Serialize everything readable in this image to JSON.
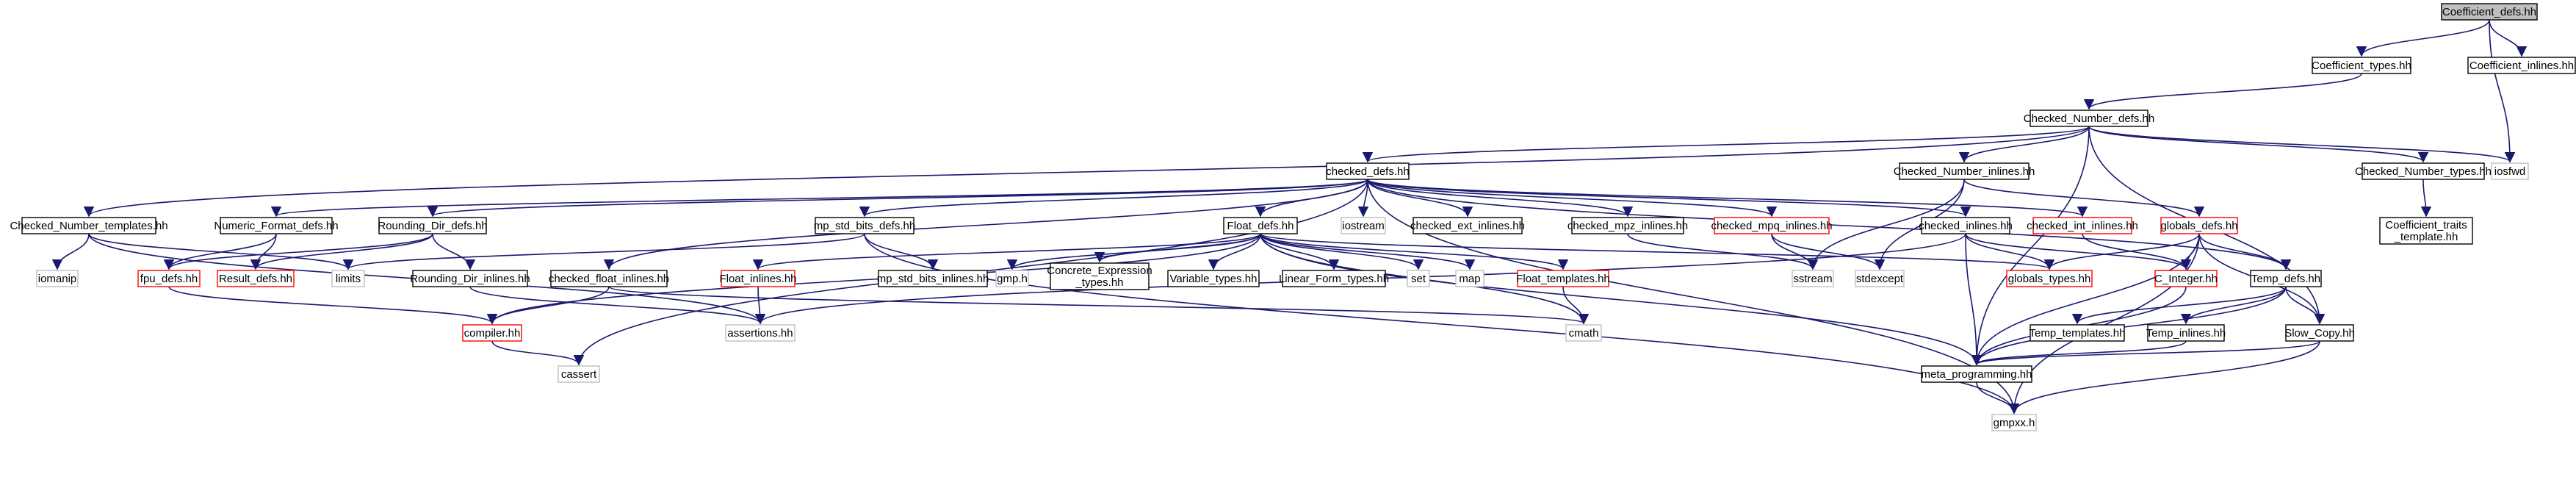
{
  "colors": {
    "edge": "#191970",
    "edge_light": "#a9a9a9",
    "border_normal": "#000000",
    "border_red": "#ff0000",
    "border_grey": "#bfbfbf",
    "root_fill": "#bfbfbf",
    "background": "#ffffff"
  },
  "nodes": [
    {
      "id": "coefficient_defs",
      "lines": [
        "Coefficient_defs.hh"
      ],
      "style": "root"
    },
    {
      "id": "coefficient_types",
      "lines": [
        "Coefficient_types.hh"
      ],
      "style": "normal"
    },
    {
      "id": "coefficient_inlines",
      "lines": [
        "Coefficient_inlines.hh"
      ],
      "style": "normal"
    },
    {
      "id": "checked_number_defs",
      "lines": [
        "Checked_Number_defs.hh"
      ],
      "style": "normal"
    },
    {
      "id": "iosfwd",
      "lines": [
        "iosfwd"
      ],
      "style": "grey"
    },
    {
      "id": "checked_defs",
      "lines": [
        "checked_defs.hh"
      ],
      "style": "normal"
    },
    {
      "id": "checked_number_inlines",
      "lines": [
        "Checked_Number_inlines.hh"
      ],
      "style": "normal"
    },
    {
      "id": "checked_number_types",
      "lines": [
        "Checked_Number_types.hh"
      ],
      "style": "normal"
    },
    {
      "id": "coefficient_traits_template",
      "lines": [
        "Coefficient_traits",
        "_template.hh"
      ],
      "style": "normal"
    },
    {
      "id": "checked_number_templates",
      "lines": [
        "Checked_Number_templates.hh"
      ],
      "style": "normal"
    },
    {
      "id": "numeric_format_defs",
      "lines": [
        "Numeric_Format_defs.hh"
      ],
      "style": "normal"
    },
    {
      "id": "rounding_dir_defs",
      "lines": [
        "Rounding_Dir_defs.hh"
      ],
      "style": "normal"
    },
    {
      "id": "mp_std_bits_defs",
      "lines": [
        "mp_std_bits_defs.hh"
      ],
      "style": "normal"
    },
    {
      "id": "float_defs",
      "lines": [
        "Float_defs.hh"
      ],
      "style": "normal"
    },
    {
      "id": "iostream",
      "lines": [
        "iostream"
      ],
      "style": "grey"
    },
    {
      "id": "checked_ext_inlines",
      "lines": [
        "checked_ext_inlines.hh"
      ],
      "style": "normal"
    },
    {
      "id": "checked_mpz_inlines",
      "lines": [
        "checked_mpz_inlines.hh"
      ],
      "style": "normal"
    },
    {
      "id": "checked_mpq_inlines",
      "lines": [
        "checked_mpq_inlines.hh"
      ],
      "style": "red"
    },
    {
      "id": "checked_inlines",
      "lines": [
        "checked_inlines.hh"
      ],
      "style": "normal"
    },
    {
      "id": "checked_int_inlines",
      "lines": [
        "checked_int_inlines.hh"
      ],
      "style": "red"
    },
    {
      "id": "globals_defs",
      "lines": [
        "globals_defs.hh"
      ],
      "style": "red"
    },
    {
      "id": "iomanip",
      "lines": [
        "iomanip"
      ],
      "style": "grey"
    },
    {
      "id": "fpu_defs",
      "lines": [
        "fpu_defs.hh"
      ],
      "style": "red"
    },
    {
      "id": "result_defs",
      "lines": [
        "Result_defs.hh"
      ],
      "style": "red"
    },
    {
      "id": "limits",
      "lines": [
        "limits"
      ],
      "style": "grey"
    },
    {
      "id": "rounding_dir_inlines",
      "lines": [
        "Rounding_Dir_inlines.hh"
      ],
      "style": "normal"
    },
    {
      "id": "mp_std_bits_inlines",
      "lines": [
        "mp_std_bits_inlines.hh"
      ],
      "style": "normal"
    },
    {
      "id": "checked_float_inlines",
      "lines": [
        "checked_float_inlines.hh"
      ],
      "style": "normal"
    },
    {
      "id": "float_inlines",
      "lines": [
        "Float_inlines.hh"
      ],
      "style": "red"
    },
    {
      "id": "gmp_h",
      "lines": [
        "gmp.h"
      ],
      "style": "grey"
    },
    {
      "id": "concrete_expression_types",
      "lines": [
        "Concrete_Expression",
        "_types.hh"
      ],
      "style": "normal"
    },
    {
      "id": "variable_types",
      "lines": [
        "Variable_types.hh"
      ],
      "style": "normal"
    },
    {
      "id": "linear_form_types",
      "lines": [
        "Linear_Form_types.hh"
      ],
      "style": "normal"
    },
    {
      "id": "set",
      "lines": [
        "set"
      ],
      "style": "grey"
    },
    {
      "id": "map",
      "lines": [
        "map"
      ],
      "style": "grey"
    },
    {
      "id": "float_templates",
      "lines": [
        "Float_templates.hh"
      ],
      "style": "red"
    },
    {
      "id": "sstream",
      "lines": [
        "sstream"
      ],
      "style": "grey"
    },
    {
      "id": "stdexcept",
      "lines": [
        "stdexcept"
      ],
      "style": "grey"
    },
    {
      "id": "globals_types",
      "lines": [
        "globals_types.hh"
      ],
      "style": "red"
    },
    {
      "id": "c_integer",
      "lines": [
        "C_Integer.hh"
      ],
      "style": "red"
    },
    {
      "id": "temp_defs",
      "lines": [
        "Temp_defs.hh"
      ],
      "style": "normal"
    },
    {
      "id": "compiler",
      "lines": [
        "compiler.hh"
      ],
      "style": "red"
    },
    {
      "id": "assertions",
      "lines": [
        "assertions.hh"
      ],
      "style": "grey"
    },
    {
      "id": "cmath",
      "lines": [
        "cmath"
      ],
      "style": "grey"
    },
    {
      "id": "temp_templates",
      "lines": [
        "Temp_templates.hh"
      ],
      "style": "normal"
    },
    {
      "id": "temp_inlines",
      "lines": [
        "Temp_inlines.hh"
      ],
      "style": "normal"
    },
    {
      "id": "slow_copy",
      "lines": [
        "Slow_Copy.hh"
      ],
      "style": "normal"
    },
    {
      "id": "cassert",
      "lines": [
        "cassert"
      ],
      "style": "grey"
    },
    {
      "id": "meta_programming",
      "lines": [
        "meta_programming.hh"
      ],
      "style": "normal"
    },
    {
      "id": "gmpxx_h",
      "lines": [
        "gmpxx.h"
      ],
      "style": "grey"
    }
  ],
  "edges": [
    [
      "coefficient_defs",
      "coefficient_types"
    ],
    [
      "coefficient_defs",
      "coefficient_inlines"
    ],
    [
      "coefficient_defs",
      "iosfwd"
    ],
    [
      "coefficient_types",
      "checked_number_defs"
    ],
    [
      "checked_number_defs",
      "checked_defs"
    ],
    [
      "checked_number_defs",
      "checked_number_inlines"
    ],
    [
      "checked_number_defs",
      "checked_number_types"
    ],
    [
      "checked_number_defs",
      "checked_number_templates"
    ],
    [
      "checked_number_defs",
      "iosfwd"
    ],
    [
      "checked_number_defs",
      "slow_copy"
    ],
    [
      "checked_number_defs",
      "meta_programming"
    ],
    [
      "checked_number_types",
      "coefficient_traits_template"
    ],
    [
      "checked_defs",
      "numeric_format_defs"
    ],
    [
      "checked_defs",
      "rounding_dir_defs"
    ],
    [
      "checked_defs",
      "mp_std_bits_defs"
    ],
    [
      "checked_defs",
      "float_defs"
    ],
    [
      "checked_defs",
      "iostream"
    ],
    [
      "checked_defs",
      "checked_ext_inlines"
    ],
    [
      "checked_defs",
      "checked_mpz_inlines"
    ],
    [
      "checked_defs",
      "checked_mpq_inlines"
    ],
    [
      "checked_defs",
      "checked_inlines"
    ],
    [
      "checked_defs",
      "checked_int_inlines"
    ],
    [
      "checked_defs",
      "checked_float_inlines"
    ],
    [
      "checked_defs",
      "cassert"
    ],
    [
      "checked_defs",
      "gmpxx_h"
    ],
    [
      "checked_defs",
      "temp_defs"
    ],
    [
      "checked_number_inlines",
      "globals_defs"
    ],
    [
      "checked_number_inlines",
      "sstream"
    ],
    [
      "checked_number_inlines",
      "stdexcept"
    ],
    [
      "checked_number_templates",
      "iomanip"
    ],
    [
      "checked_number_templates",
      "limits"
    ],
    [
      "checked_number_templates",
      "assertions"
    ],
    [
      "numeric_format_defs",
      "fpu_defs"
    ],
    [
      "numeric_format_defs",
      "result_defs"
    ],
    [
      "rounding_dir_defs",
      "fpu_defs"
    ],
    [
      "rounding_dir_defs",
      "result_defs"
    ],
    [
      "rounding_dir_defs",
      "rounding_dir_inlines"
    ],
    [
      "mp_std_bits_defs",
      "mp_std_bits_inlines"
    ],
    [
      "mp_std_bits_defs",
      "limits"
    ],
    [
      "mp_std_bits_defs",
      "gmpxx_h"
    ],
    [
      "float_defs",
      "float_inlines"
    ],
    [
      "float_defs",
      "gmp_h"
    ],
    [
      "float_defs",
      "concrete_expression_types"
    ],
    [
      "float_defs",
      "variable_types"
    ],
    [
      "float_defs",
      "linear_form_types"
    ],
    [
      "float_defs",
      "set"
    ],
    [
      "float_defs",
      "map"
    ],
    [
      "float_defs",
      "float_templates"
    ],
    [
      "float_defs",
      "globals_types"
    ],
    [
      "float_defs",
      "compiler"
    ],
    [
      "float_defs",
      "cmath"
    ],
    [
      "float_defs",
      "meta_programming"
    ],
    [
      "checked_mpz_inlines",
      "sstream"
    ],
    [
      "checked_mpq_inlines",
      "sstream"
    ],
    [
      "checked_mpq_inlines",
      "stdexcept"
    ],
    [
      "checked_inlines",
      "globals_types"
    ],
    [
      "checked_inlines",
      "c_integer"
    ],
    [
      "checked_inlines",
      "meta_programming"
    ],
    [
      "checked_inlines",
      "assertions"
    ],
    [
      "checked_int_inlines",
      "c_integer"
    ],
    [
      "globals_defs",
      "globals_types"
    ],
    [
      "globals_defs",
      "c_integer"
    ],
    [
      "globals_defs",
      "temp_defs"
    ],
    [
      "globals_defs",
      "meta_programming"
    ],
    [
      "globals_defs",
      "slow_copy"
    ],
    [
      "globals_defs",
      "gmpxx_h"
    ],
    [
      "fpu_defs",
      "compiler"
    ],
    [
      "rounding_dir_inlines",
      "assertions"
    ],
    [
      "checked_float_inlines",
      "compiler"
    ],
    [
      "checked_float_inlines",
      "cmath"
    ],
    [
      "float_inlines",
      "assertions"
    ],
    [
      "float_templates",
      "cmath"
    ],
    [
      "c_integer",
      "meta_programming"
    ],
    [
      "temp_defs",
      "temp_templates"
    ],
    [
      "temp_defs",
      "temp_inlines"
    ],
    [
      "temp_defs",
      "slow_copy"
    ],
    [
      "temp_defs",
      "meta_programming"
    ],
    [
      "temp_inlines",
      "meta_programming"
    ],
    [
      "slow_copy",
      "meta_programming"
    ],
    [
      "slow_copy",
      "gmpxx_h"
    ],
    [
      "compiler",
      "cassert"
    ],
    [
      "meta_programming",
      "gmpxx_h"
    ]
  ]
}
